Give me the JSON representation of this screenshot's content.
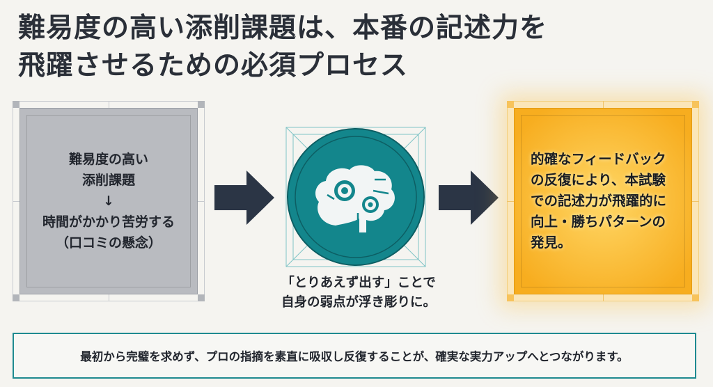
{
  "title": {
    "line1": "難易度の高い添削課題は、本番の記述力を",
    "line2": "飛躍させるための必須プロセス"
  },
  "left_box": {
    "lines": [
      "難易度の高い",
      "添削課題",
      "↓",
      "時間がかかり苦労する",
      "（口コミの懸念）"
    ]
  },
  "middle": {
    "icon": "brain-gears-icon",
    "caption_line1": "「とりあえず出す」ことで",
    "caption_line2": "自身の弱点が浮き彫りに。"
  },
  "right_box": {
    "lines": [
      "的確なフィードバック",
      "の反復により、本試験",
      "での記述力が飛躍的に",
      "向上・勝ちパターンの",
      "発見。"
    ]
  },
  "footer": {
    "text": "最初から完璧を求めず、プロの指摘を素直に吸収し反復することが、確実な実力アップへとつながります。"
  },
  "colors": {
    "teal": "#13868c",
    "navy": "#2b3545",
    "orange": "#f7ad1f",
    "gray": "#b9bbc0"
  }
}
